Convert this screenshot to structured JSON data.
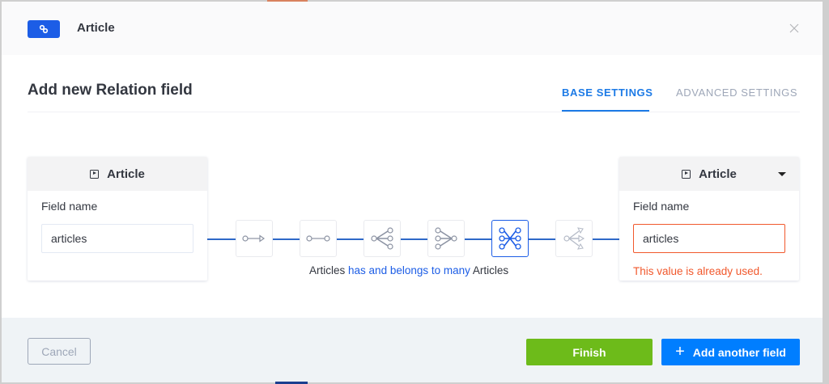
{
  "header": {
    "badge_icon": "link-icon",
    "title": "Article",
    "close_icon": "close-icon"
  },
  "page": {
    "title": "Add new Relation field"
  },
  "tabs": [
    {
      "label": "BASE SETTINGS",
      "active": true
    },
    {
      "label": "ADVANCED SETTINGS",
      "active": false
    }
  ],
  "left_card": {
    "model_icon": "model-icon",
    "model_name": "Article",
    "field_label": "Field name",
    "field_value": "articles"
  },
  "right_card": {
    "model_icon": "model-icon",
    "model_name": "Article",
    "dropdown_icon": "caret-down-icon",
    "field_label": "Field name",
    "field_value": "articles",
    "error": "This value is already used."
  },
  "relation_types": [
    {
      "name": "one-way",
      "icon": "one-way-icon",
      "selected": false
    },
    {
      "name": "one-to-one",
      "icon": "one-to-one-icon",
      "selected": false
    },
    {
      "name": "one-to-many",
      "icon": "one-to-many-icon",
      "selected": false
    },
    {
      "name": "many-to-one",
      "icon": "many-to-one-icon",
      "selected": false
    },
    {
      "name": "many-to-many",
      "icon": "many-to-many-icon",
      "selected": true
    },
    {
      "name": "many-way",
      "icon": "many-way-icon",
      "selected": false
    }
  ],
  "relation_description": {
    "left": "Articles",
    "verb": "has and belongs to many",
    "right": "Articles"
  },
  "footer": {
    "cancel_label": "Cancel",
    "finish_label": "Finish",
    "add_label": "Add another field",
    "add_icon": "+"
  },
  "colors": {
    "primary": "#007eff",
    "accent_blue": "#1c5de6",
    "success": "#6dbb1a",
    "error": "#f1582c",
    "text": "#333740",
    "muted": "#9ea7b8"
  }
}
